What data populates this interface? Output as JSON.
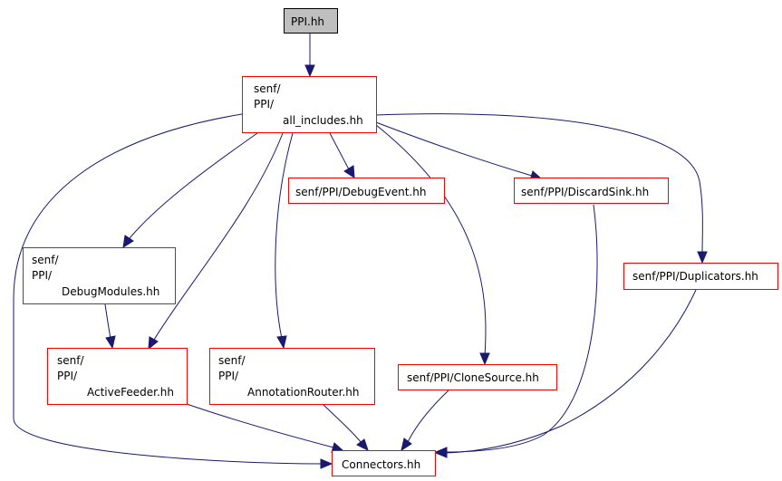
{
  "colors": {
    "edge": "#191970",
    "node_border": "#ff0000",
    "root_fill": "#bfbfbf",
    "root_border": "#000000",
    "background": "#ffffff"
  },
  "nodes": {
    "ppi_hh": {
      "lines": [
        "PPI.hh"
      ]
    },
    "all_includes": {
      "lines": [
        "senf/",
        "PPI/",
        "all_includes.hh"
      ]
    },
    "debug_event": {
      "lines": [
        "senf/PPI/DebugEvent.hh"
      ]
    },
    "discard_sink": {
      "lines": [
        "senf/PPI/DiscardSink.hh"
      ]
    },
    "debug_modules": {
      "lines": [
        "senf/",
        "PPI/",
        "DebugModules.hh"
      ]
    },
    "duplicators": {
      "lines": [
        "senf/PPI/Duplicators.hh"
      ]
    },
    "active_feeder": {
      "lines": [
        "senf/",
        "PPI/",
        "ActiveFeeder.hh"
      ]
    },
    "annotation_router": {
      "lines": [
        "senf/",
        "PPI/",
        "AnnotationRouter.hh"
      ]
    },
    "clone_source": {
      "lines": [
        "senf/PPI/CloneSource.hh"
      ]
    },
    "connectors": {
      "lines": [
        "Connectors.hh"
      ]
    }
  }
}
